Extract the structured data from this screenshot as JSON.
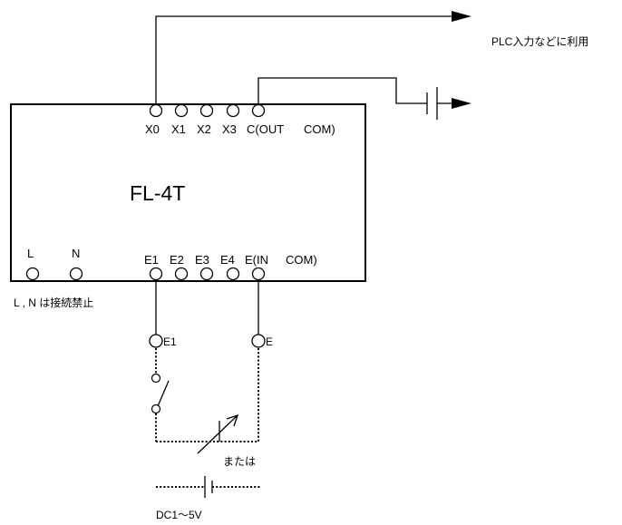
{
  "device": {
    "model": "FL-4T",
    "top_terminals": [
      "X0",
      "X1",
      "X2",
      "X3",
      "C(OUT",
      "COM)"
    ],
    "power_terminals": [
      "L",
      "N"
    ],
    "bottom_terminals": [
      "E1",
      "E2",
      "E3",
      "E4",
      "E(IN",
      "COM)"
    ]
  },
  "labels": {
    "plc_input": "PLC入力などに利用",
    "ln_note": "L , N は接続禁止",
    "input_e1": "E1",
    "input_e": "E",
    "or_text": "または",
    "dc_source": "DC1～5V"
  },
  "colors": {
    "line": "#000000",
    "background": "#ffffff"
  }
}
